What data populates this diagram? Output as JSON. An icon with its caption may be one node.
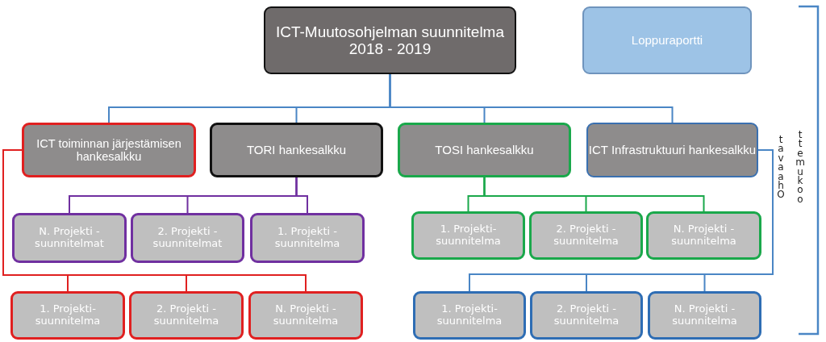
{
  "diagram": {
    "nodes": [
      {
        "text": [
          "ICT-Muutosohjelman suunnitelma 2018 - 2019"
        ]
      },
      {
        "text": [
          "Loppuraportti"
        ]
      },
      {
        "text": [
          "ICT toiminnan järjestämisen hankesalkku"
        ]
      },
      {
        "text": [
          "TORI hankesalkku"
        ]
      },
      {
        "text": [
          "TOSI hankesalkku"
        ]
      },
      {
        "text": [
          "ICT Infrastruktuuri hankesalkku"
        ]
      },
      {
        "text": [
          "N. Projekti -suunnitelmat"
        ]
      },
      {
        "text": [
          "2. Projekti -suunnitelmat"
        ]
      },
      {
        "text": [
          "1. Projekti -suunnitelma"
        ]
      },
      {
        "text": [
          "1. Projekti- suunnitelma"
        ]
      },
      {
        "text": [
          "2. Projekti -suunnitelma"
        ]
      },
      {
        "text": [
          "N. Projekti -suunnitelma"
        ]
      },
      {
        "text": [
          "1. Projekti- suunnitelma"
        ]
      },
      {
        "text": [
          "2. Projekti -suunnitelma"
        ]
      },
      {
        "text": [
          "N. Projekti -suunnitelma"
        ]
      },
      {
        "text": [
          "1. Projekti- suunnitelma"
        ]
      },
      {
        "text": [
          "2. Projekti -suunnitelma"
        ]
      },
      {
        "text": [
          "N. Projekti -suunnitelma"
        ]
      }
    ],
    "edges": [
      {
        "from": 0,
        "to": 2,
        "arrow": "none"
      },
      {
        "from": 0,
        "to": 3,
        "arrow": "none"
      },
      {
        "from": 0,
        "to": 4,
        "arrow": "none"
      },
      {
        "from": 0,
        "to": 5,
        "arrow": "none"
      },
      {
        "from": 3,
        "to": 6,
        "arrow": "none",
        "color": "#7030a0"
      },
      {
        "from": 3,
        "to": 7,
        "arrow": "none",
        "color": "#7030a0"
      },
      {
        "from": 3,
        "to": 8,
        "arrow": "none",
        "color": "#7030a0"
      },
      {
        "from": 4,
        "to": 9,
        "arrow": "none",
        "color": "#1aa84b"
      },
      {
        "from": 4,
        "to": 10,
        "arrow": "none",
        "color": "#1aa84b"
      },
      {
        "from": 4,
        "to": 11,
        "arrow": "none",
        "color": "#1aa84b"
      },
      {
        "from": 2,
        "to": 12,
        "arrow": "none",
        "color": "#e02020"
      },
      {
        "from": 2,
        "to": 13,
        "arrow": "none",
        "color": "#e02020"
      },
      {
        "from": 2,
        "to": 14,
        "arrow": "none",
        "color": "#e02020"
      },
      {
        "from": 5,
        "to": 15,
        "arrow": "none"
      },
      {
        "from": 5,
        "to": 16,
        "arrow": "none"
      },
      {
        "from": 5,
        "to": 17,
        "arrow": "none"
      }
    ],
    "labels": [
      "Ohaavat",
      "ookumett"
    ]
  }
}
